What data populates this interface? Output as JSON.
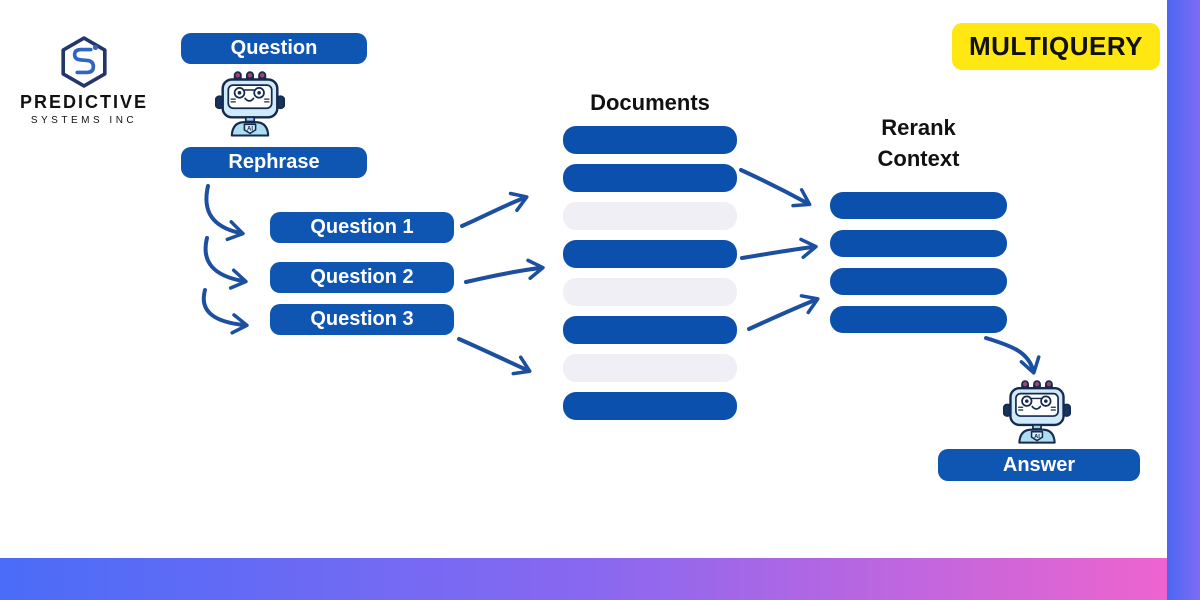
{
  "brand": {
    "line1": "PREDICTIVE",
    "line2": "SYSTEMS INC"
  },
  "badge": {
    "label": "MULTIQUERY",
    "bg": "#FFE711",
    "text_color": "#111111"
  },
  "flow": {
    "question_label": "Question",
    "rephrase_label": "Rephrase",
    "subqueries": [
      "Question 1",
      "Question 2",
      "Question 3"
    ],
    "documents": {
      "title": "Documents",
      "bars": [
        "blue",
        "blue",
        "gray",
        "blue",
        "gray",
        "blue",
        "gray",
        "blue"
      ]
    },
    "rerank": {
      "title_line1": "Rerank",
      "title_line2": "Context",
      "bars": [
        "blue",
        "blue",
        "blue",
        "blue"
      ]
    },
    "answer_label": "Answer",
    "robot_ai_label": "AI"
  },
  "colors": {
    "pill_blue": "#0f55b2",
    "bar_blue": "#0c50ae",
    "bar_gray": "#f0eff5",
    "arrow_blue": "#1d4fa0",
    "badge_yellow": "#ffe711",
    "bottom_gradient_left": "#4a6cf8",
    "bottom_gradient_right": "#f364cd",
    "right_gradient_start": "#4b66f3",
    "right_gradient_end": "#7e6bf6"
  }
}
